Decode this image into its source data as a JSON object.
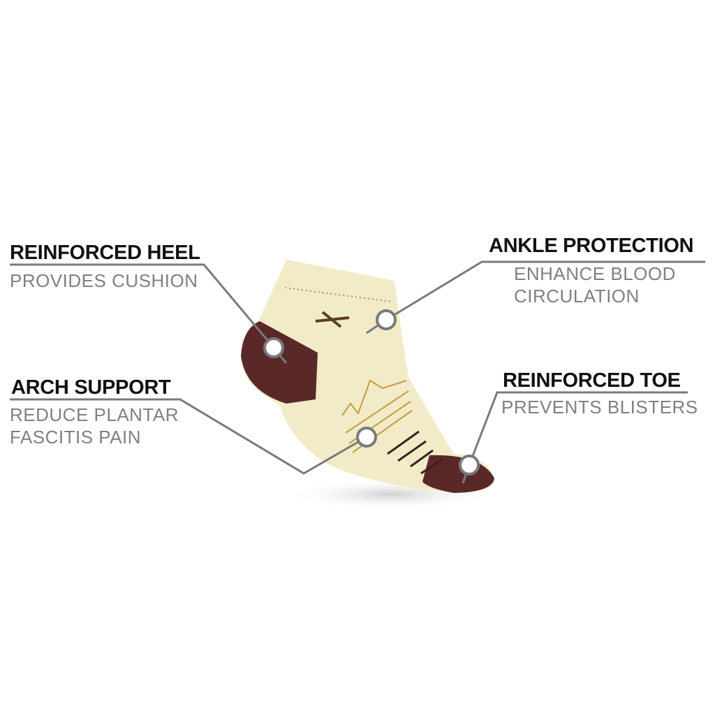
{
  "callouts": {
    "heel": {
      "title": "REINFORCED HEEL",
      "desc": [
        "PROVIDES CUSHION"
      ]
    },
    "arch": {
      "title": "ARCH SUPPORT",
      "desc": [
        "REDUCE PLANTAR",
        "FASCITIS PAIN"
      ]
    },
    "ankle": {
      "title": "ANKLE PROTECTION",
      "desc": [
        "ENHANCE BLOOD",
        "CIRCULATION"
      ]
    },
    "toe": {
      "title": "REINFORCED TOE",
      "desc": [
        "PREVENTS BLISTERS"
      ]
    }
  },
  "colors": {
    "sock": "#f1ebc8",
    "accent": "#5b2828",
    "line": "#7a7a7a",
    "pattern": "#c99a45"
  }
}
